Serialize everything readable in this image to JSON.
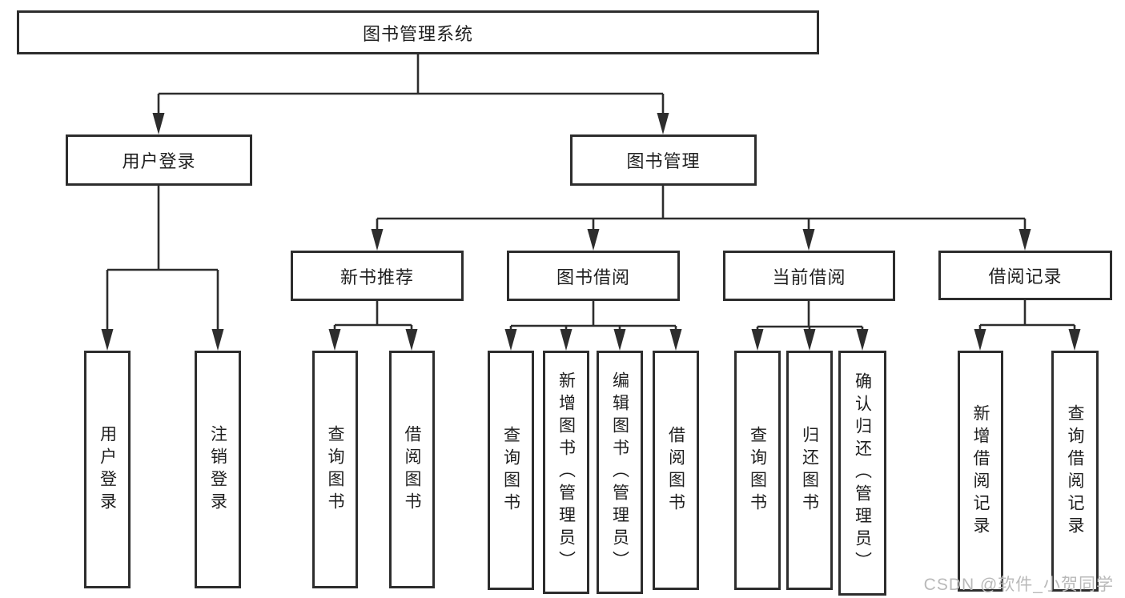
{
  "tree": {
    "label": "图书管理系统",
    "children": [
      {
        "label": "用户登录",
        "children": [
          {
            "label": "用户登录"
          },
          {
            "label": "注销登录"
          }
        ]
      },
      {
        "label": "图书管理",
        "children": [
          {
            "label": "新书推荐",
            "children": [
              {
                "label": "查询图书"
              },
              {
                "label": "借阅图书"
              }
            ]
          },
          {
            "label": "图书借阅",
            "children": [
              {
                "label": "查询图书"
              },
              {
                "label": "新增图书（管理员）"
              },
              {
                "label": "编辑图书（管理员）"
              },
              {
                "label": "借阅图书"
              }
            ]
          },
          {
            "label": "当前借阅",
            "children": [
              {
                "label": "查询图书"
              },
              {
                "label": "归还图书"
              },
              {
                "label": "确认归还（管理员）"
              }
            ]
          },
          {
            "label": "借阅记录",
            "children": [
              {
                "label": "新增借阅记录"
              },
              {
                "label": "查询借阅记录"
              }
            ]
          }
        ]
      }
    ]
  },
  "watermark": {
    "text": "CSDN @软件_小贺同学"
  },
  "colors": {
    "line": "#2d2d2d",
    "box_border": "#2d2d2d",
    "box_fill": "#ffffff",
    "text": "#1f1f1f",
    "watermark_text": "#b9b9b9",
    "background": "#ffffff"
  }
}
